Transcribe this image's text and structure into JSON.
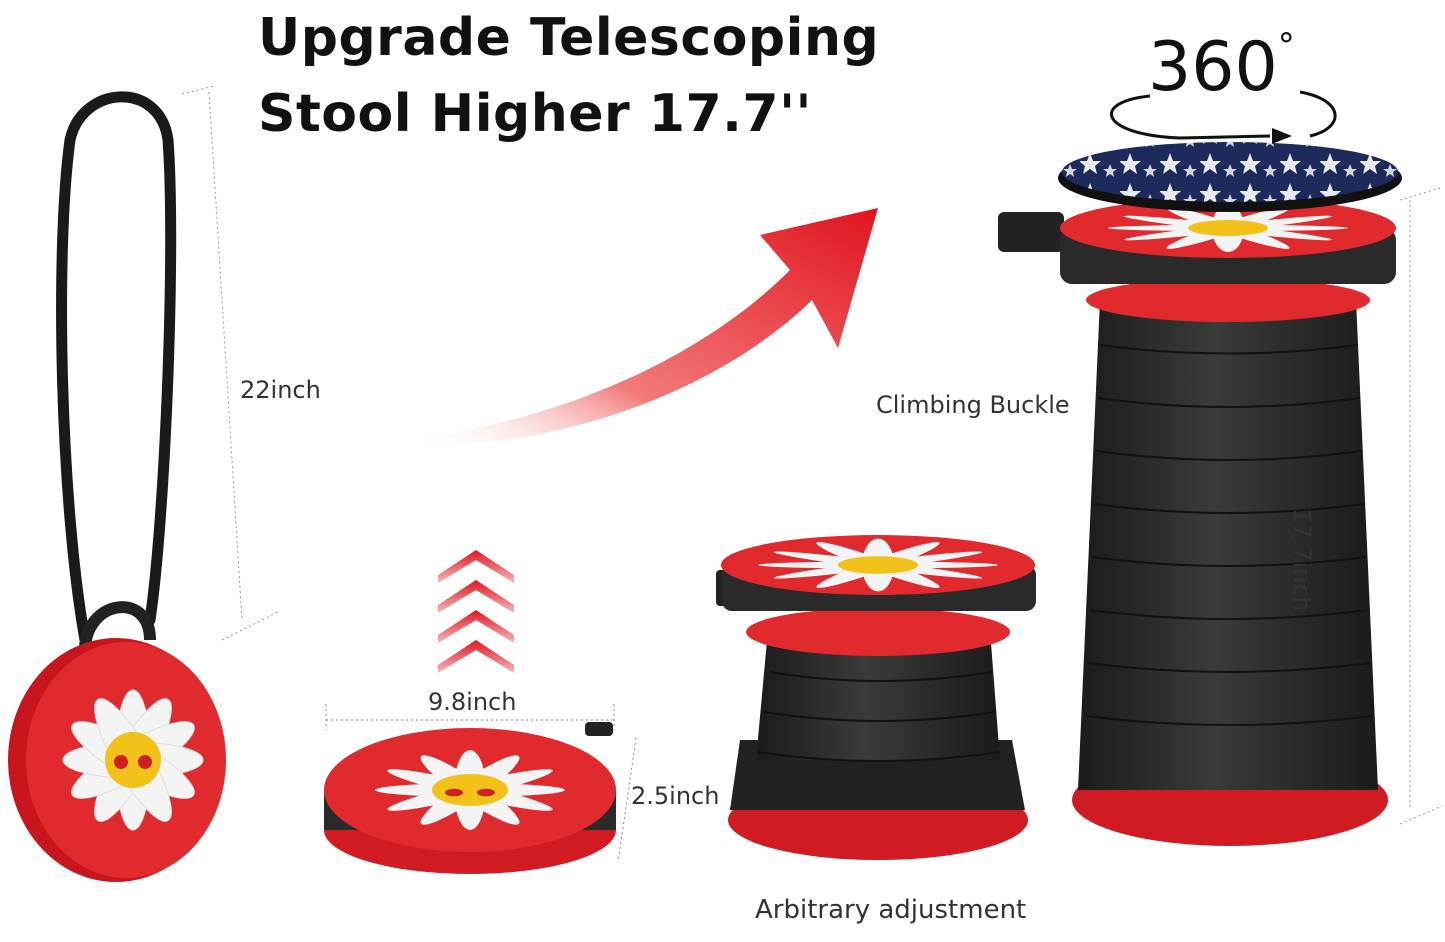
{
  "headline": {
    "line1": "Upgrade Telescoping",
    "line2": "Stool Higher 17.7''"
  },
  "labels": {
    "strap_length": "22inch",
    "diameter": "9.8inch",
    "folded_height": "2.5inch",
    "extended_height": "17.7inch",
    "climbing_buckle": "Climbing Buckle",
    "arbitrary_adjustment": "Arbitrary adjustment",
    "rotation": "360",
    "degree_symbol": "°"
  },
  "colors": {
    "accent_red": "#e0202a",
    "body_black": "#2a2a2a",
    "daisy_white": "#f4f4f4",
    "daisy_center": "#f2c21b",
    "seat_navy": "#1e2a5c"
  },
  "icons": [
    "rotation-arrow-icon",
    "chevron-up-icon",
    "curved-arrow-icon",
    "daisy-icon",
    "star-pattern-icon"
  ]
}
